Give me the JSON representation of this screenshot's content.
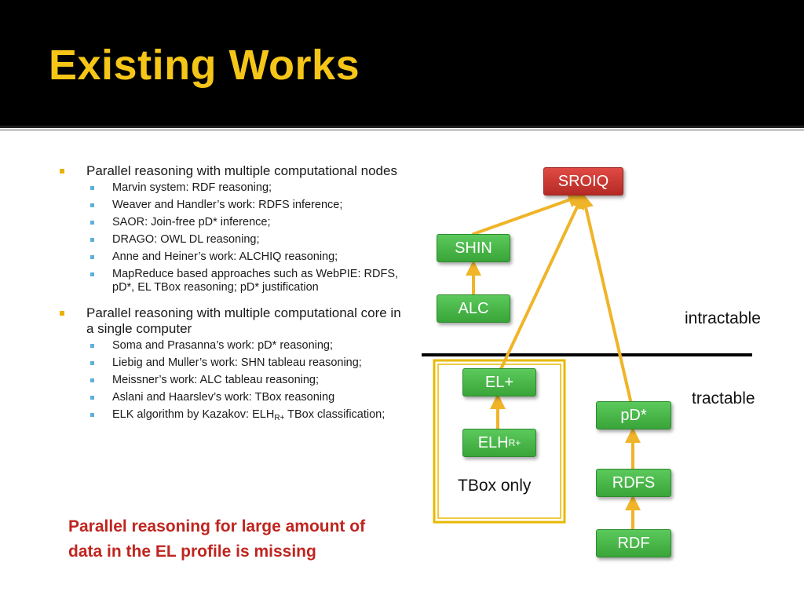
{
  "slide": {
    "title": "Existing Works"
  },
  "bullets": [
    {
      "text": "Parallel reasoning with multiple computational nodes",
      "items": [
        "Marvin system:  RDF reasoning;",
        "Weaver and Handler’s work: RDFS inference;",
        "SAOR: Join-free pD* inference;",
        "DRAGO: OWL DL reasoning;",
        "Anne and Heiner’s work: ALCHIQ reasoning;",
        "MapReduce based approaches such as WebPIE: RDFS, pD*, EL TBox reasoning; pD* justification"
      ]
    },
    {
      "text": "Parallel reasoning with multiple computational core in a single computer",
      "items": [
        "Soma and Prasanna’s work: pD* reasoning;",
        "Liebig and Muller’s work: SHN tableau reasoning;",
        "Meissner’s work: ALC tableau reasoning;",
        "Aslani and Haarslev’s work: TBox reasoning"
      ],
      "elk": {
        "prefix": "ELK algorithm by Kazakov: ELH",
        "sub": "R+",
        "suffix": " TBox classification;"
      }
    }
  ],
  "conclusion": "Parallel reasoning for large amount of data in the EL profile is missing",
  "diagram": {
    "nodes": {
      "sroiq": "SROIQ",
      "shin": "SHIN",
      "alc": "ALC",
      "el_plus": "EL+",
      "elh_base": "ELH",
      "elh_sub": "R+",
      "pd_star": "pD*",
      "rdfs": "RDFS",
      "rdf": "RDF"
    },
    "labels": {
      "intractable": "intractable",
      "tractable": "tractable",
      "tbox_only": "TBox only"
    },
    "colors": {
      "green_node": "#3aa53a",
      "red_node": "#c0302b",
      "arrow": "#f0b429",
      "tbox_box": "#e8b800",
      "title": "#f5c518",
      "conclusion": "#c0251f"
    }
  }
}
